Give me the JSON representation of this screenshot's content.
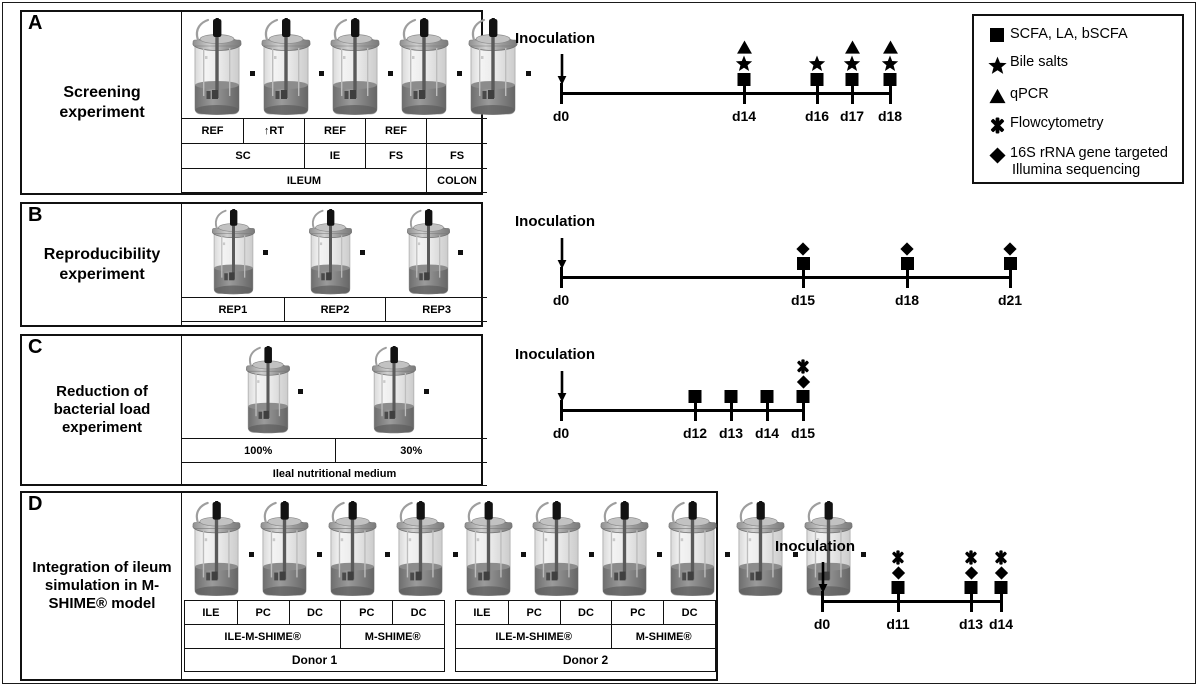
{
  "figure": {
    "legend": {
      "title": "legend",
      "entries": [
        {
          "glyph": "square-marker-icon",
          "label": "SCFA, LA, bSCFA"
        },
        {
          "glyph": "star-marker-icon",
          "label": "Bile salts"
        },
        {
          "glyph": "triangle-marker-icon",
          "label": "qPCR"
        },
        {
          "glyph": "cross-marker-icon",
          "label": "Flowcytometry"
        },
        {
          "glyph": "diamond-marker-icon",
          "label": "16S rRNA gene targeted",
          "label2": "Illumina sequencing"
        }
      ]
    },
    "panels": [
      {
        "letter": "A",
        "title": "Screening experiment",
        "reactors": 5,
        "table": [
          [
            "REF",
            "↑RT",
            "REF",
            "REF",
            ""
          ],
          [
            "SC",
            "IE",
            "FS",
            "FS"
          ],
          [
            "ILEUM",
            "COLON"
          ]
        ],
        "timeline": {
          "inoculation_label": "Inoculation",
          "days": [
            "d0",
            "d14",
            "d16",
            "d17",
            "d18"
          ],
          "events": [
            {
              "day": "d14",
              "markers": [
                "square",
                "star",
                "triangle"
              ]
            },
            {
              "day": "d16",
              "markers": [
                "square",
                "star"
              ]
            },
            {
              "day": "d17",
              "markers": [
                "square",
                "star",
                "triangle"
              ]
            },
            {
              "day": "d18",
              "markers": [
                "square",
                "star",
                "triangle"
              ]
            }
          ]
        }
      },
      {
        "letter": "B",
        "title": "Reproducibility experiment",
        "reactors": 3,
        "table": [
          [
            "REP1",
            "REP2",
            "REP3"
          ]
        ],
        "timeline": {
          "inoculation_label": "Inoculation",
          "days": [
            "d0",
            "d15",
            "d18",
            "d21"
          ],
          "events": [
            {
              "day": "d15",
              "markers": [
                "square",
                "diamond"
              ]
            },
            {
              "day": "d18",
              "markers": [
                "square",
                "diamond"
              ]
            },
            {
              "day": "d21",
              "markers": [
                "square",
                "diamond"
              ]
            }
          ]
        }
      },
      {
        "letter": "C",
        "title": "Reduction of bacterial load experiment",
        "reactors": 2,
        "table": [
          [
            "100%",
            "30%"
          ],
          [
            "Ileal nutritional medium"
          ]
        ],
        "timeline": {
          "inoculation_label": "Inoculation",
          "days": [
            "d0",
            "d12",
            "d13",
            "d14",
            "d15"
          ],
          "events": [
            {
              "day": "d12",
              "markers": [
                "square"
              ]
            },
            {
              "day": "d13",
              "markers": [
                "square"
              ]
            },
            {
              "day": "d14",
              "markers": [
                "square"
              ]
            },
            {
              "day": "d15",
              "markers": [
                "square",
                "diamond",
                "cross"
              ]
            }
          ]
        }
      },
      {
        "letter": "D",
        "title": "Integration of ileum simulation in M-SHIME® model",
        "reactors": 10,
        "donors": [
          {
            "name": "Donor 1",
            "compartments": [
              "ILE",
              "PC",
              "DC",
              "PC",
              "DC"
            ],
            "models": [
              "ILE-M-SHIME®",
              "M-SHIME®"
            ]
          },
          {
            "name": "Donor 2",
            "compartments": [
              "ILE",
              "PC",
              "DC",
              "PC",
              "DC"
            ],
            "models": [
              "ILE-M-SHIME®",
              "M-SHIME®"
            ]
          }
        ],
        "timeline": {
          "inoculation_label": "Inoculation",
          "days": [
            "d0",
            "d11",
            "d13",
            "d14"
          ],
          "events": [
            {
              "day": "d11",
              "markers": [
                "square",
                "diamond",
                "cross"
              ]
            },
            {
              "day": "d13",
              "markers": [
                "square",
                "diamond",
                "cross"
              ]
            },
            {
              "day": "d14",
              "markers": [
                "square",
                "diamond",
                "cross"
              ]
            }
          ]
        }
      }
    ]
  }
}
